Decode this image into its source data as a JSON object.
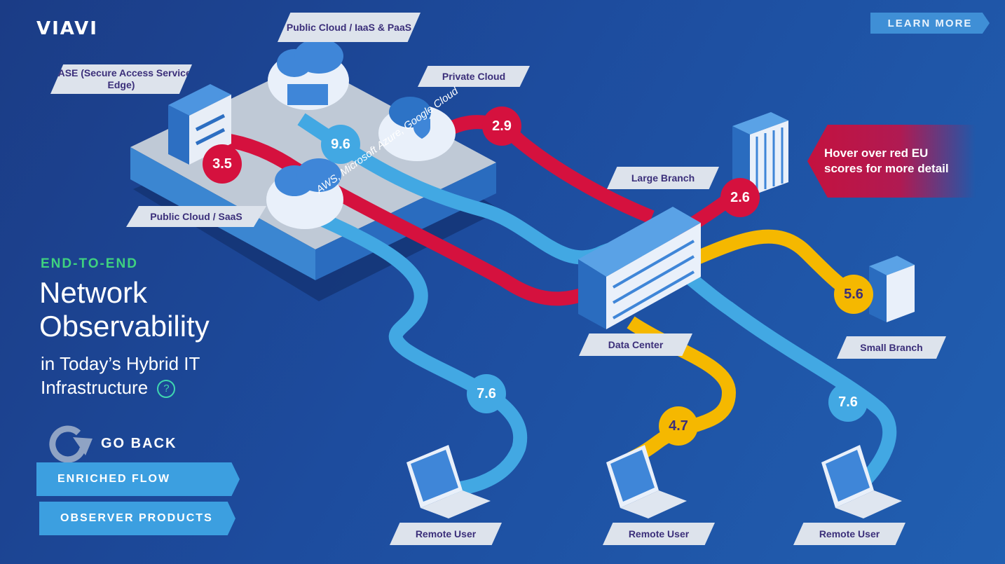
{
  "brand": {
    "logo": "VIAVI"
  },
  "header": {
    "learn_more": "LEARN MORE"
  },
  "labels": {
    "public_cloud_iaas": "Public Cloud / IaaS & PaaS",
    "sase": "SASE (Secure Access Service Edge)",
    "private_cloud": "Private Cloud",
    "public_cloud_saas": "Public Cloud / SaaS",
    "large_branch": "Large Branch",
    "data_center": "Data Center",
    "small_branch": "Small Branch",
    "remote_user_1": "Remote User",
    "remote_user_2": "Remote User",
    "remote_user_3": "Remote User",
    "cloud_providers": "AWS, Microsoft Azure, Google Cloud"
  },
  "scores": {
    "sase": "3.5",
    "iaas": "9.6",
    "private_cloud": "2.9",
    "large_branch": "2.6",
    "small_branch": "5.6",
    "remote_user_1": "7.6",
    "remote_user_2": "4.7",
    "remote_user_3": "7.6"
  },
  "hint": {
    "line1": "Hover over red EU",
    "line2": "scores for more detail"
  },
  "intro": {
    "eyebrow": "END-TO-END",
    "title_line1": "Network",
    "title_line2": "Observability",
    "subtitle_line1": "in Today’s Hybrid IT",
    "subtitle_line2": "Infrastructure",
    "help": "?"
  },
  "nav": {
    "go_back": "GO BACK",
    "enriched_flow": "ENRICHED FLOW",
    "observer_products": "OBSERVER PRODUCTS"
  },
  "colors": {
    "red": "#d5113e",
    "blue": "#42a8e3",
    "gold": "#f5b800",
    "green": "#3fd27f"
  }
}
